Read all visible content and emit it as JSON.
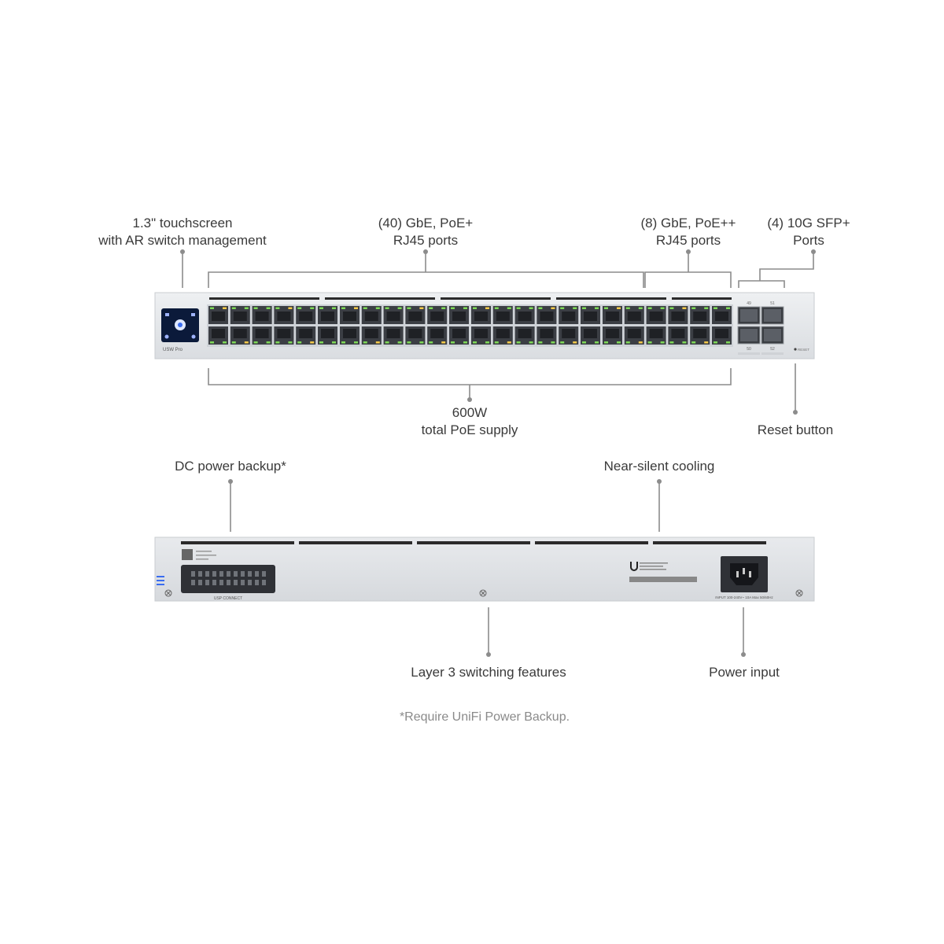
{
  "annotations": {
    "touchscreen": [
      "1.3\" touchscreen",
      "with AR switch management"
    ],
    "poe_plus_ports": [
      "(40) GbE, PoE+",
      "RJ45 ports"
    ],
    "poe_plusplus_ports": [
      "(8) GbE, PoE++",
      "RJ45 ports"
    ],
    "sfp_ports": [
      "(4) 10G SFP+",
      "Ports"
    ],
    "poe_supply": [
      "600W",
      "total PoE supply"
    ],
    "reset": "Reset button",
    "dc_backup": "DC power backup*",
    "cooling": "Near-silent cooling",
    "layer3": "Layer 3 switching features",
    "power_input": "Power input"
  },
  "footnote": "*Require UniFi Power Backup.",
  "device": {
    "front_model_text": "USW Pro",
    "sfp_top_labels": [
      "49",
      "51"
    ],
    "sfp_bottom_labels": [
      "50",
      "52"
    ],
    "reset_text": "RESET",
    "rps_port_text": "USP CONNECT",
    "power_spec_text": "INPUT 100-240V~ 10A Max 50/60Hz"
  },
  "colors": {
    "chassis": "#e4e6e9",
    "port_led_green": "#7ed957",
    "port_led_amber": "#f3c94a",
    "screen": "#0b1a3a"
  },
  "icons": [
    "touchscreen-display-icon",
    "ubiquiti-logo-icon",
    "screw-icon",
    "power-socket-icon"
  ]
}
